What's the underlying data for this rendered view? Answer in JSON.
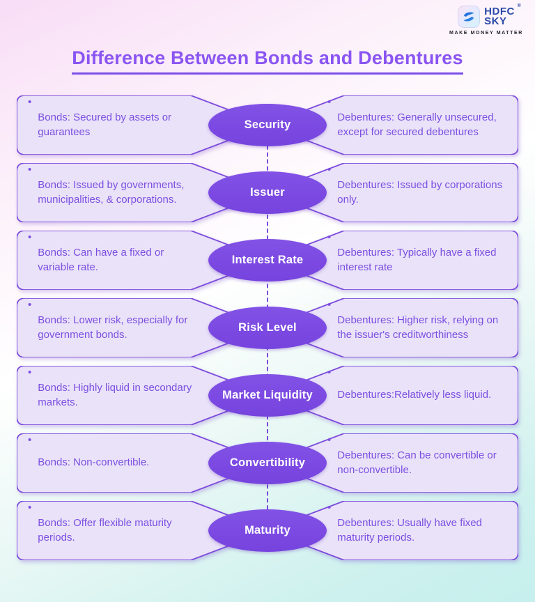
{
  "logo": {
    "brand_line1": "HDFC",
    "brand_line2": "SKY",
    "registered": "®",
    "tagline": "MAKE MONEY MATTER",
    "icon": "hdfc-sky-swoosh-icon",
    "brand_color": "#2b4aa8"
  },
  "title": "Difference Between Bonds and Debentures",
  "bullet": "•",
  "colors": {
    "title_purple": "#8a55f2",
    "card_fill": "#e9e2f9",
    "card_border": "#7c4bdb",
    "ellipse_fill": "#7a48e0",
    "body_text": "#7c4fe0",
    "bg_top_left": "#f8ddf6",
    "bg_bottom_right": "#c6efed"
  },
  "rows": [
    {
      "label": "Security",
      "left": "Bonds: Secured by assets or guarantees",
      "right": "Debentures: Generally unsecured, except for secured debentures"
    },
    {
      "label": "Issuer",
      "left": "Bonds: Issued by governments, municipalities, & corporations.",
      "right": "Debentures: Issued by corporations only."
    },
    {
      "label": "Interest Rate",
      "left": "Bonds: Can have a fixed or variable rate.",
      "right": "Debentures: Typically have a fixed interest rate"
    },
    {
      "label": "Risk Level",
      "left": "Bonds: Lower risk, especially for government bonds.",
      "right": "Debentures: Higher risk, relying on the issuer's creditworthiness"
    },
    {
      "label": "Market Liquidity",
      "left": "Bonds: Highly liquid in secondary markets.",
      "right": "Debentures:Relatively less liquid."
    },
    {
      "label": "Convertibility",
      "left": "Bonds: Non-convertible.",
      "right": "Debentures: Can be convertible or non-convertible."
    },
    {
      "label": "Maturity",
      "left": "Bonds: Offer flexible maturity periods.",
      "right": "Debentures: Usually have fixed maturity periods."
    }
  ]
}
